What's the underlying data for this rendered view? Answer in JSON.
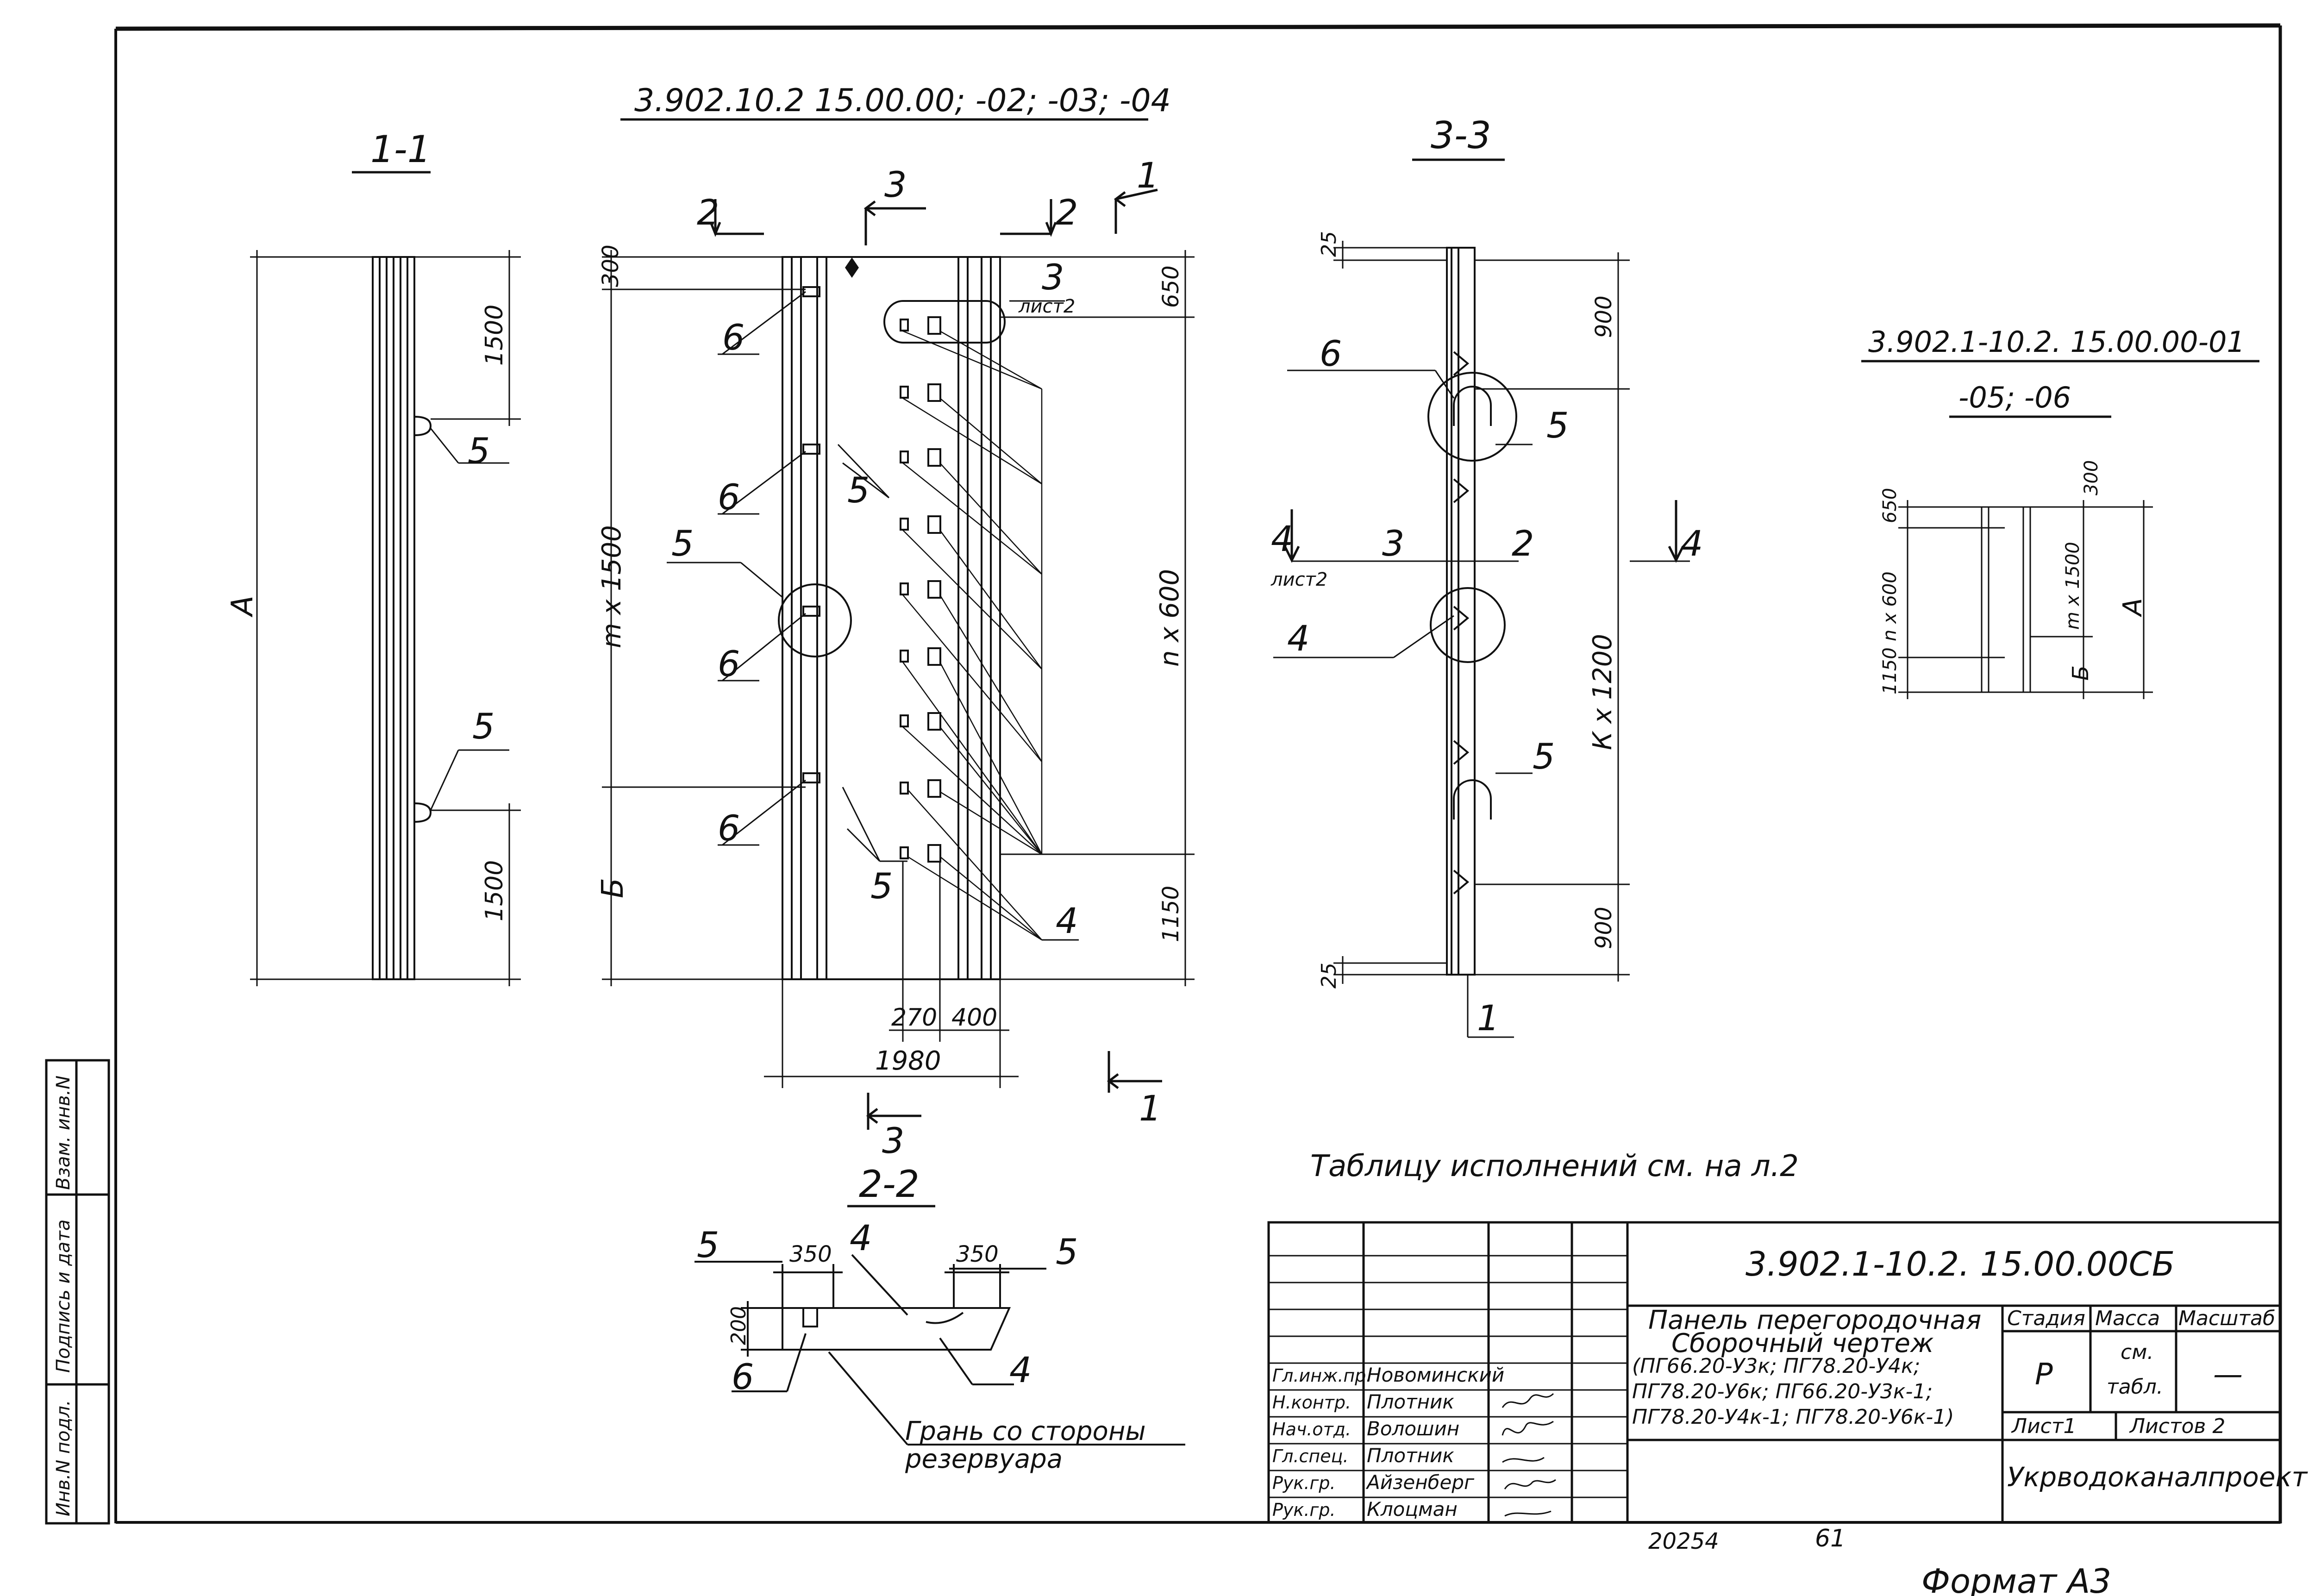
{
  "sheet": {
    "top_designation": "3.902.10.2 15.00.00; -02; -03; -04",
    "right_designation_line1": "3.902.1-10.2. 15.00.00-01",
    "right_designation_line2": "-05; -06",
    "note": "Таблицу исполнений см. на л.2",
    "sheet_ref": "лист2",
    "inv_no": "20254",
    "page_no": "61",
    "format": "Формат А3"
  },
  "sections": {
    "s11": "1-1",
    "s22": "2-2",
    "s33": "3-3"
  },
  "cut_marks": [
    "2",
    "3",
    "2",
    "1",
    "1",
    "3",
    "4",
    "4",
    "3",
    "2"
  ],
  "callouts": [
    "6",
    "6",
    "5",
    "6",
    "6",
    "5",
    "5",
    "5",
    "4",
    "5",
    "5",
    "3",
    "6",
    "5",
    "4",
    "5",
    "1",
    "5",
    "4",
    "5",
    "6",
    "4"
  ],
  "dimensions": {
    "d1500a": "1500",
    "d1500b": "1500",
    "A": "А",
    "B": "Б",
    "d300": "300",
    "m1500": "m x 1500",
    "n600": "n x 600",
    "d650": "650",
    "d1150": "1150",
    "d270": "270",
    "d400": "400",
    "d1980": "1980",
    "d25a": "25",
    "d25b": "25",
    "d900a": "900",
    "d900b": "900",
    "k1200": "К x 1200",
    "d350a": "350",
    "d350b": "350",
    "d200": "200",
    "small_650": "650",
    "small_300": "300",
    "small_n600": "n x 600",
    "small_m1500": "m x 1500",
    "small_1150": "1150",
    "small_A": "А",
    "small_B": "Б"
  },
  "face_label_line1": "Грань со стороны",
  "face_label_line2": "резервуара",
  "side_stamp": [
    "Инв.N подл.",
    "Подпись и дата",
    "Взам. инв.N"
  ],
  "title_block": {
    "doc_code": "3.902.1-10.2. 15.00.00СБ",
    "name_line1": "Панель перегородочная",
    "name_line2": "Сборочный чертеж",
    "name_line3": "(ПГ66.20-У3к; ПГ78.20-У4к;",
    "name_line4": "ПГ78.20-У6к; ПГ66.20-У3к-1;",
    "name_line5": "ПГ78.20-У4к-1; ПГ78.20-У6к-1)",
    "stage_label": "Стадия",
    "mass_label": "Масса",
    "scale_label": "Масштаб",
    "stage_value": "Р",
    "mass_value_line1": "см.",
    "mass_value_line2": "табл.",
    "scale_value": "—",
    "sheet_label": "Лист1",
    "sheets_label": "Листов 2",
    "org": "Укрводоканалпроект",
    "roles": [
      "Гл.инж.пр.",
      "Н.контр.",
      "Нач.отд.",
      "Гл.спец.",
      "Рук.гр.",
      "Рук.гр."
    ],
    "people": [
      "Новоминский",
      "Плотник",
      "Волошин",
      "Плотник",
      "Айзенберг",
      "Клоцман"
    ]
  }
}
